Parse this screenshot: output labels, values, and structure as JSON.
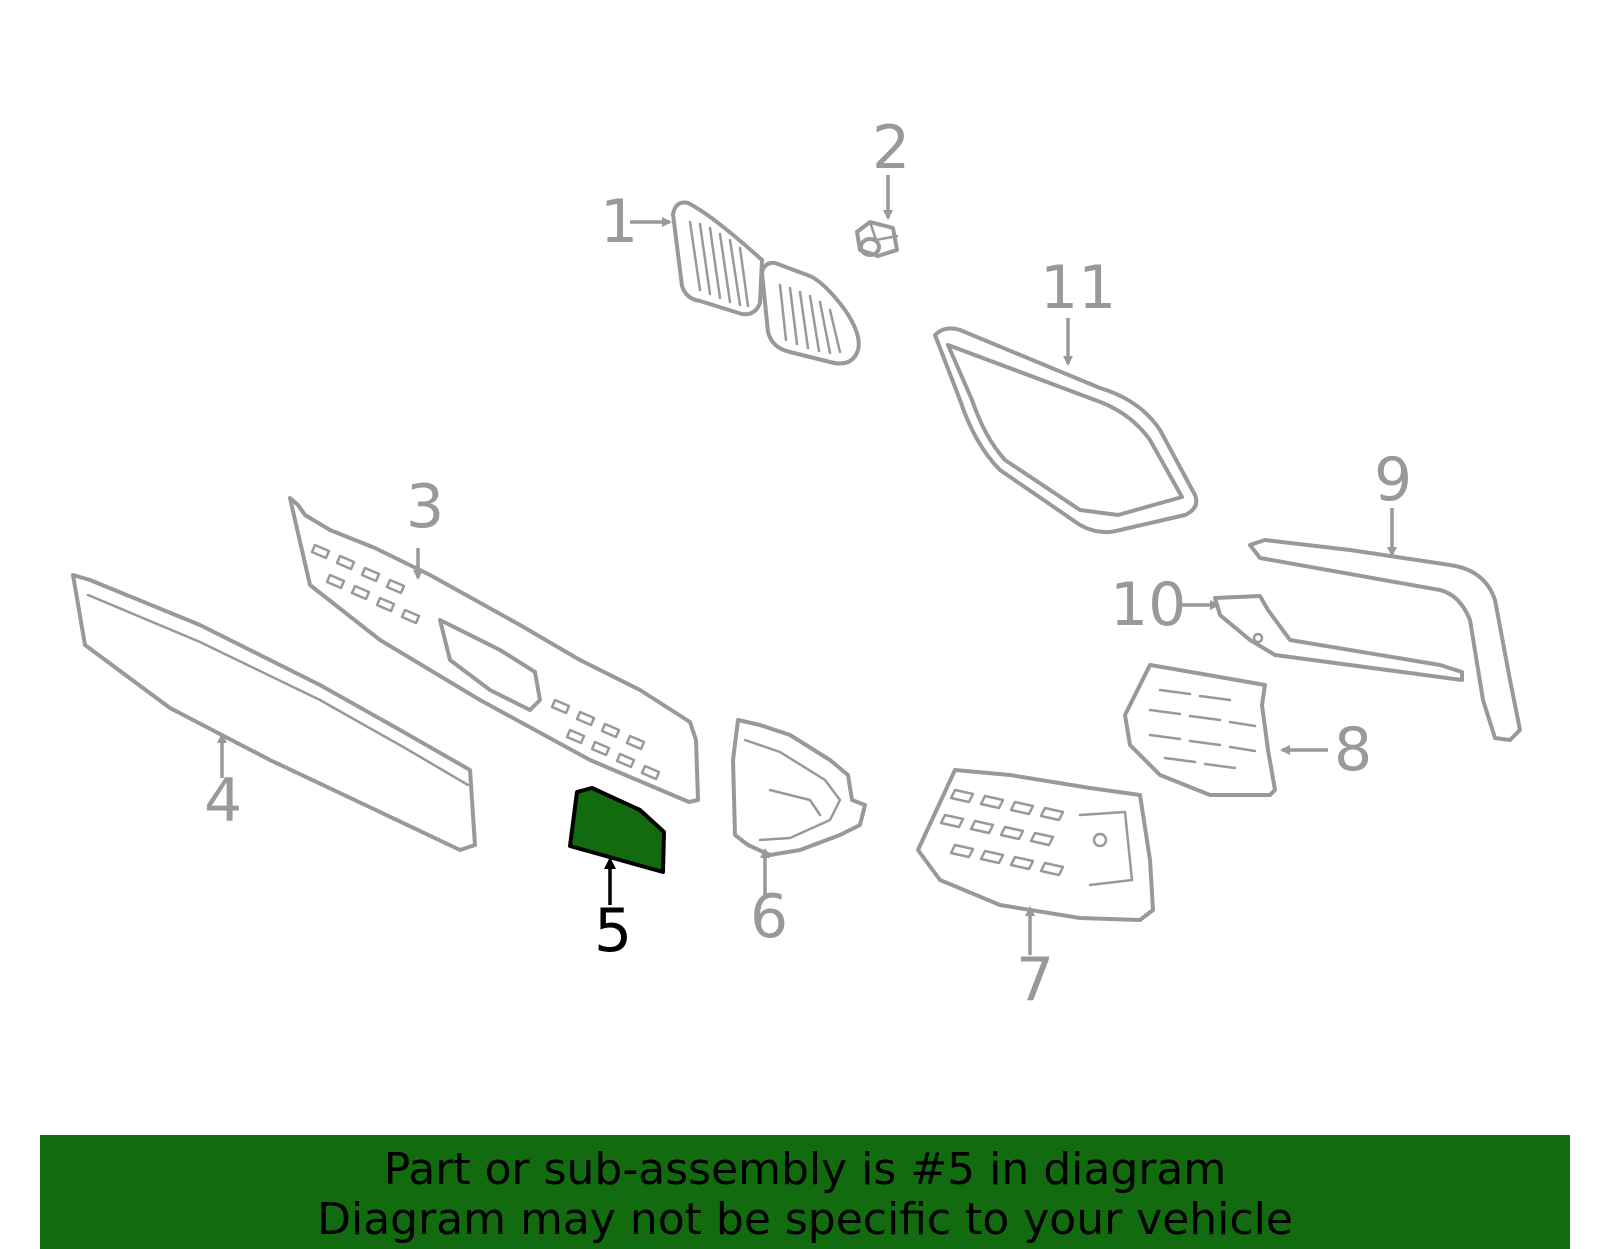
{
  "diagram": {
    "highlight_color": "#126b0f",
    "outline_color": "#999999",
    "callouts": [
      {
        "id": "1",
        "label": "1"
      },
      {
        "id": "2",
        "label": "2"
      },
      {
        "id": "3",
        "label": "3"
      },
      {
        "id": "4",
        "label": "4"
      },
      {
        "id": "5",
        "label": "5",
        "highlighted": true
      },
      {
        "id": "6",
        "label": "6"
      },
      {
        "id": "7",
        "label": "7"
      },
      {
        "id": "8",
        "label": "8"
      },
      {
        "id": "9",
        "label": "9"
      },
      {
        "id": "10",
        "label": "10"
      },
      {
        "id": "11",
        "label": "11"
      }
    ]
  },
  "banner": {
    "line1": "Part or sub-assembly is #5 in diagram",
    "line2": "Diagram may not be specific to your vehicle",
    "background": "#126b0f"
  }
}
